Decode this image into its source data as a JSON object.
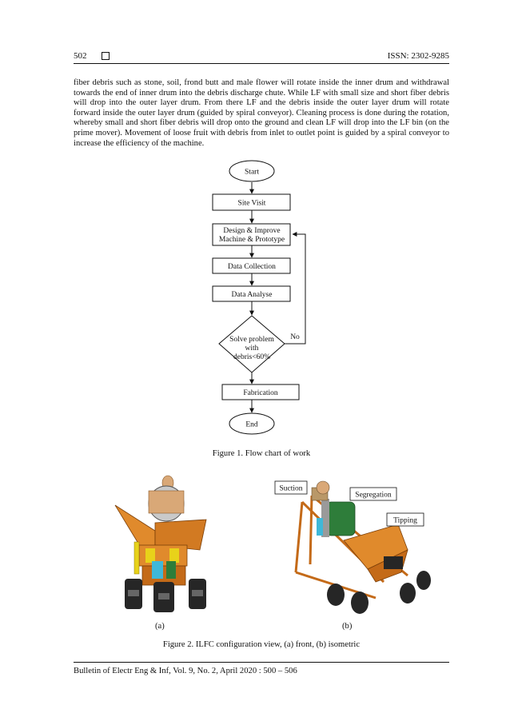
{
  "header": {
    "page_number": "502",
    "issn": "ISSN: 2302-9285"
  },
  "body_text": "fiber debris such as stone, soil, frond butt and male flower will rotate inside the inner drum and withdrawal towards the end of inner drum into the debris discharge chute. While LF with small size and short fiber debris will drop into the outer layer drum. From there LF and the debris inside the outer layer drum will rotate forward inside the outer layer drum (guided by spiral conveyor). Cleaning process is done during the rotation, whereby small and short fiber debris will drop onto the ground and clean LF will drop into the LF bin (on the prime mover). Movement of loose fruit with debris from inlet to outlet point is guided by a spiral conveyor to increase the efficiency of the machine.",
  "flowchart": {
    "start": "Start",
    "site_visit": "Site Visit",
    "design_line1": "Design & Improve",
    "design_line2": "Machine & Prototype",
    "data_collection": "Data Collection",
    "data_analyse": "Data Analyse",
    "decision_line1": "Solve problem",
    "decision_line2": "with",
    "decision_line3": "debris<60%",
    "no_label": "No",
    "fabrication": "Fabrication",
    "end": "End"
  },
  "figure1_caption": "Figure 1. Flow chart of work",
  "figure2": {
    "callout_suction": "Suction",
    "callout_segregation": "Segregation",
    "callout_tipping": "Tipping",
    "sub_a": "(a)",
    "sub_b": "(b)",
    "caption": "Figure 2. ILFC configuration view, (a) front, (b) isometric"
  },
  "footer": "Bulletin of Electr Eng & Inf, Vol. 9, No. 2, April 2020 :  500 – 506",
  "colors": {
    "machine_orange": "#e08a2c",
    "machine_dark": "#262626",
    "machine_green": "#2e7d3a",
    "machine_cyan": "#3fb8d8",
    "machine_yellow": "#e8d21a",
    "machine_skin": "#d9a877"
  }
}
